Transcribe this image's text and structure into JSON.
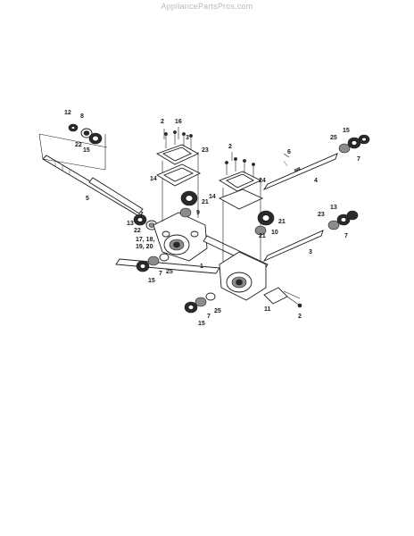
{
  "watermark": "AppliancePartsPros.com",
  "labels": {
    "l12": "12",
    "l8": "8",
    "l22a": "22",
    "l15a": "15",
    "l5": "5",
    "l2a": "2",
    "l16": "16",
    "l3a": "3",
    "l23": "23",
    "l14a": "14",
    "l21a": "21",
    "l9": "9",
    "l13a": "13",
    "l22b": "22",
    "l171819": "17, 18,",
    "l1920": "19, 20",
    "l1": "1",
    "l7a": "7",
    "l25a": "25",
    "l15b": "15",
    "l2b": "2",
    "l24": "24",
    "l14b": "14",
    "l21b": "21",
    "l10": "10",
    "l21c": "21",
    "l11": "11",
    "l2c": "2",
    "l7b": "7",
    "l25b": "25",
    "l15c": "15",
    "l6": "6",
    "l4": "4",
    "l15d": "15",
    "l25c": "25",
    "l7c": "7",
    "l13b": "13",
    "l23b": "23",
    "l7d": "7",
    "l3b": "3"
  }
}
